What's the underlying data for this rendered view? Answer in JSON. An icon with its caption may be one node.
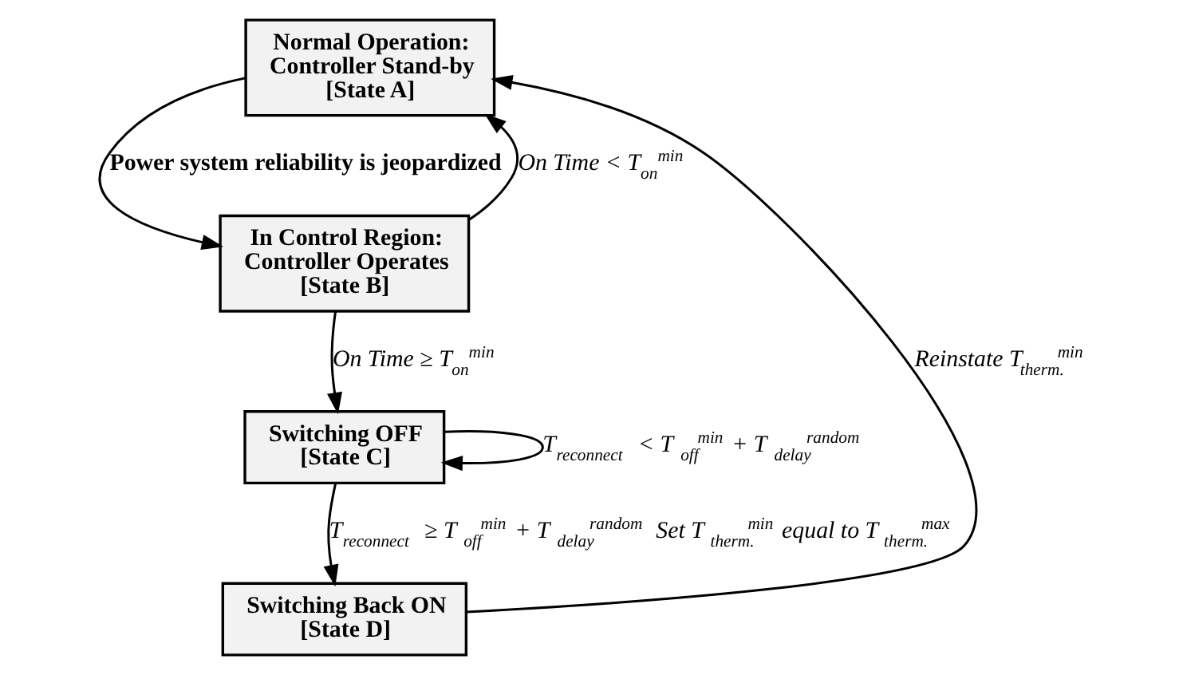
{
  "diagram": {
    "nodes": [
      {
        "text": [
          "Normal Operation: Controller Stand-by",
          "[State A]"
        ]
      },
      {
        "text": [
          "In Control Region: Controller Operates",
          "[State B]"
        ]
      },
      {
        "text": [
          "Switching OFF",
          "[State C]"
        ]
      },
      {
        "text": [
          "Switching Back ON",
          "[State D]"
        ]
      }
    ],
    "edges": [
      {
        "from": 0,
        "to": 1,
        "arrow": "to",
        "label": "Power system reliability is jeopardized"
      },
      {
        "from": 1,
        "to": 0,
        "arrow": "to",
        "label": "On Time < T$_{on}$$^{min}$"
      },
      {
        "from": 1,
        "to": 2,
        "arrow": "to",
        "label": "On Time ≥ T$_{on}$$^{min}$"
      },
      {
        "from": 2,
        "to": 2,
        "arrow": "to",
        "label": "T$_{reconnect}$ < T$_{off}$$^{min}$ + T$_{delay}$$^{random}$"
      },
      {
        "from": 2,
        "to": 3,
        "arrow": "to",
        "label": "T$_{reconnect}$ ≥ T$_{off}$$^{min}$ + T$_{delay}$$^{random}$ Set T$_{therm.}$$^{min}$ equal to T$_{therm.}$$^{max}$"
      },
      {
        "from": 3,
        "to": 0,
        "arrow": "to",
        "label": "Reinstate T$_{therm.}$$^{min}$"
      }
    ]
  }
}
